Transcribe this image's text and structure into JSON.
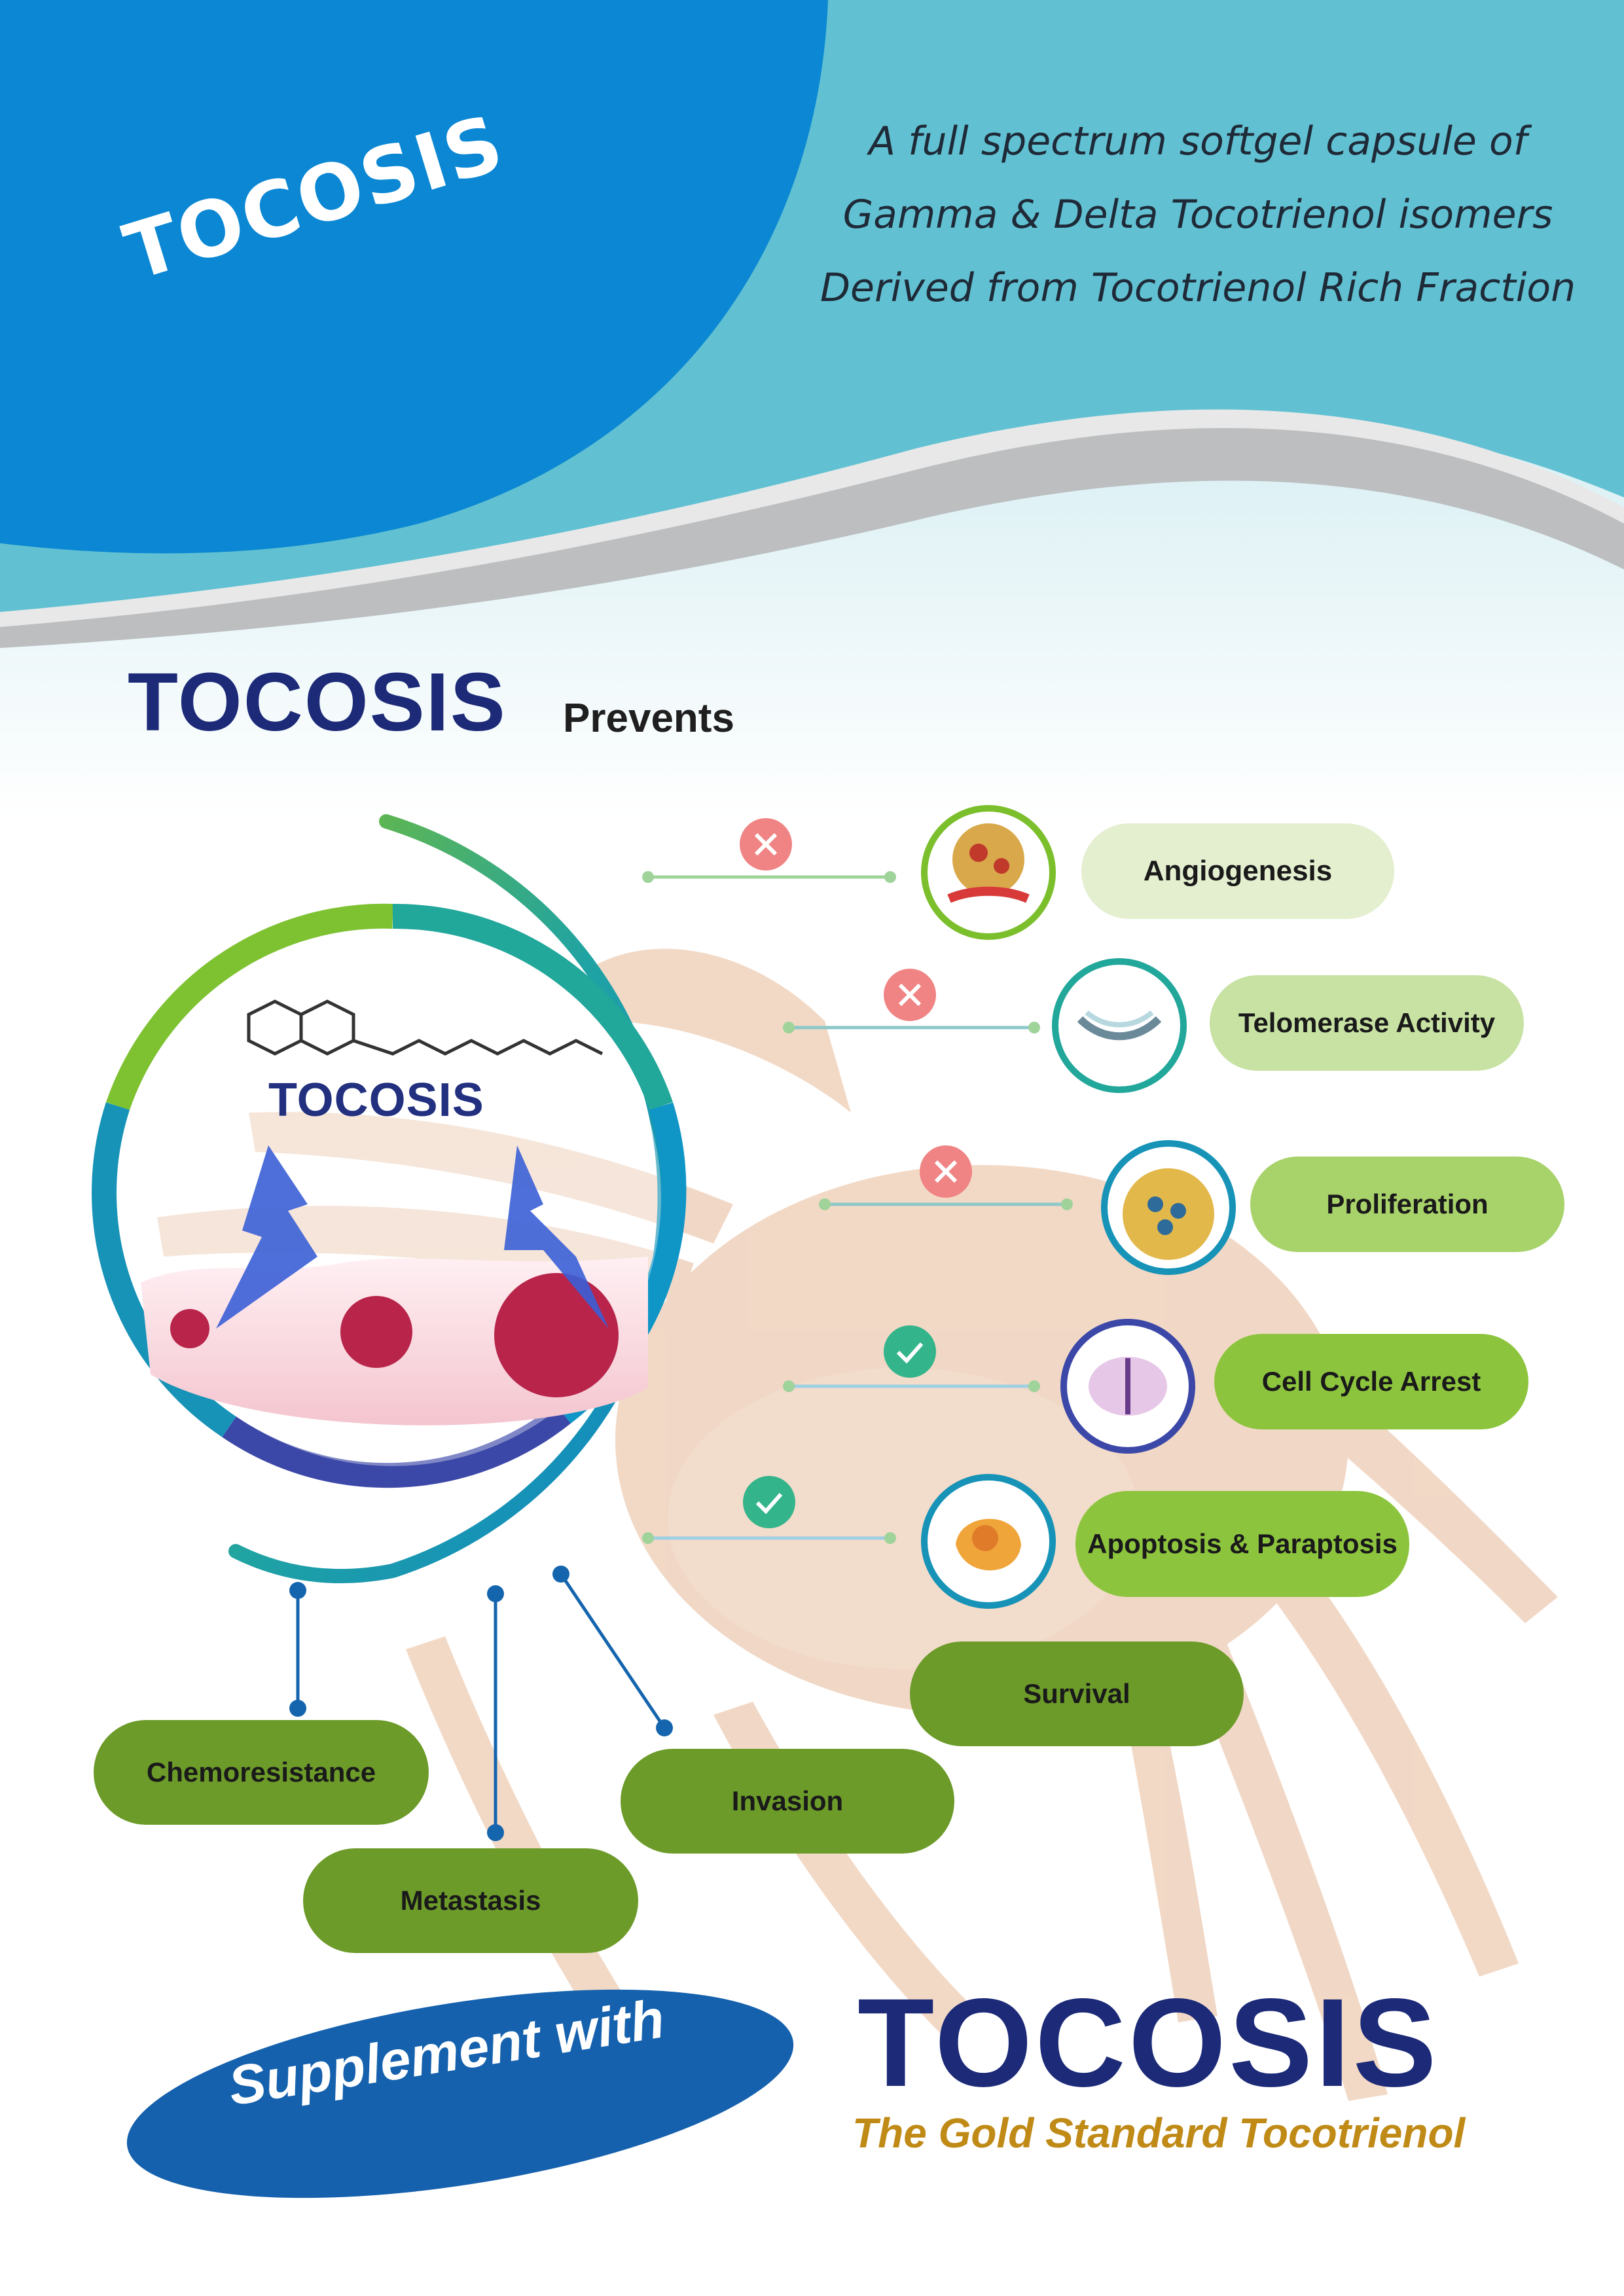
{
  "header": {
    "logo": "TOCOSIS",
    "tagline_lines": [
      "A full spectrum softgel capsule of",
      "Gamma & Delta Tocotrienol isomers",
      "Derived from Tocotrienol Rich Fraction"
    ]
  },
  "prevents_section": {
    "title": "TOCOSIS",
    "subtitle": "Prevents",
    "diagram_label": "TOCOSIS",
    "right_items": [
      {
        "label": "Angiogenesis",
        "status": "cross-icon"
      },
      {
        "label": "Telomerase Activity",
        "status": "cross-icon"
      },
      {
        "label": "Proliferation",
        "status": "cross-icon"
      },
      {
        "label": "Cell Cycle Arrest",
        "status": "check-icon"
      },
      {
        "label": "Apoptosis & Paraptosis",
        "status": "check-icon"
      }
    ],
    "lower_items": [
      "Survival",
      "Chemoresistance",
      "Invasion",
      "Metastasis"
    ]
  },
  "footer": {
    "supplement_text": "Supplement with",
    "brand": "TOCOSIS",
    "brand_tagline": "The Gold Standard Tocotrienol"
  },
  "colors": {
    "header_blue": "#0b87d3",
    "teal": "#5fbfd0",
    "brand_navy": "#1c2a78",
    "gold": "#c08a17",
    "green_dark": "#6c9b29"
  }
}
